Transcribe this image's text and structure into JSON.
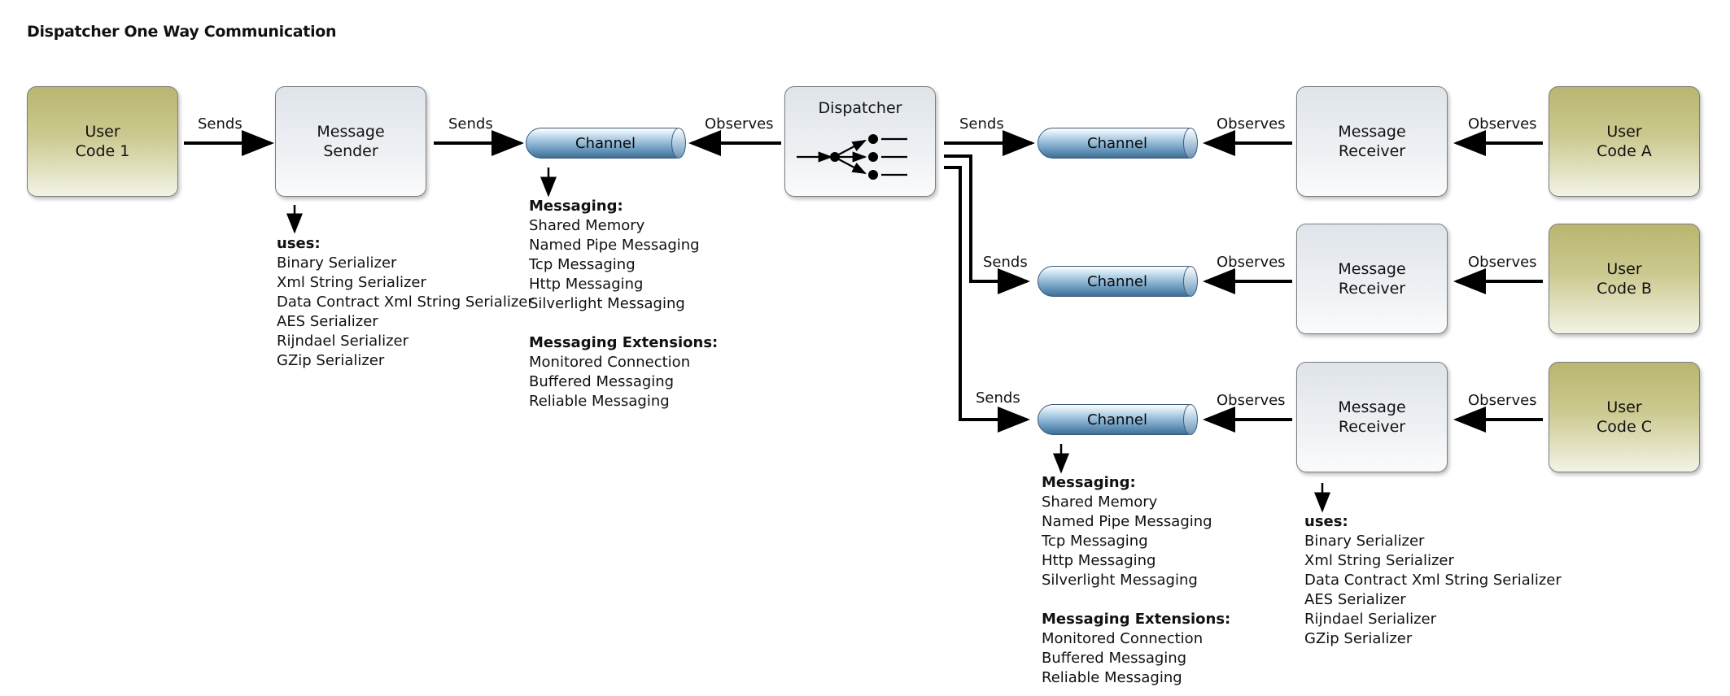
{
  "title": "Dispatcher One Way Communication",
  "boxes": {
    "user1": "User\nCode 1",
    "sender": "Message\nSender",
    "dispatcher": "Dispatcher",
    "receiver_a": "Message\nReceiver",
    "receiver_b": "Message\nReceiver",
    "receiver_c": "Message\nReceiver",
    "user_a": "User\nCode A",
    "user_b": "User\nCode B",
    "user_c": "User\nCode C"
  },
  "channels": {
    "left": "Channel",
    "right_a": "Channel",
    "right_b": "Channel",
    "right_c": "Channel"
  },
  "edges": {
    "user1_sends": "Sends",
    "sender_sends": "Sends",
    "dispatcher_observes": "Observes",
    "dispatch_a_sends": "Sends",
    "dispatch_b_sends": "Sends",
    "dispatch_c_sends": "Sends",
    "recv_a_observes": "Observes",
    "recv_b_observes": "Observes",
    "recv_c_observes": "Observes",
    "user_a_observes": "Observes",
    "user_b_observes": "Observes",
    "user_c_observes": "Observes"
  },
  "sender_uses": {
    "heading": "uses:",
    "items": [
      "Binary Serializer",
      "Xml String Serializer",
      "Data Contract Xml String Serializer",
      "AES Serializer",
      "Rijndael Serializer",
      "GZip Serializer"
    ]
  },
  "receiver_uses": {
    "heading": "uses:",
    "items": [
      "Binary Serializer",
      "Xml String Serializer",
      "Data Contract Xml String Serializer",
      "AES Serializer",
      "Rijndael Serializer",
      "GZip Serializer"
    ]
  },
  "left_messaging": {
    "heading": "Messaging:",
    "items": [
      "Shared Memory",
      "Named Pipe Messaging",
      "Tcp Messaging",
      "Http Messaging",
      "Silverlight Messaging"
    ],
    "ext_heading": "Messaging Extensions:",
    "ext_items": [
      "Monitored Connection",
      "Buffered Messaging",
      "Reliable Messaging"
    ]
  },
  "right_messaging": {
    "heading": "Messaging:",
    "items": [
      "Shared Memory",
      "Named Pipe Messaging",
      "Tcp Messaging",
      "Http Messaging",
      "Silverlight Messaging"
    ],
    "ext_heading": "Messaging Extensions:",
    "ext_items": [
      "Monitored Connection",
      "Buffered Messaging",
      "Reliable Messaging"
    ]
  }
}
